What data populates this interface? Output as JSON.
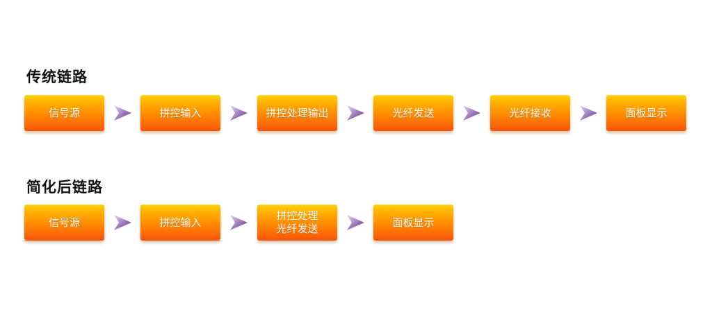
{
  "colors": {
    "box_top": "#ffd300",
    "box_bottom": "#f4520c",
    "box_text": "#ffffff",
    "arrow_light": "#e9d4f4",
    "arrow_dark": "#5a2a8a",
    "title": "#111111"
  },
  "traditional": {
    "title": "传统链路",
    "nodes": [
      {
        "lines": [
          "信号源"
        ]
      },
      {
        "lines": [
          "拼控输入"
        ]
      },
      {
        "lines": [
          "拼控处理输出"
        ]
      },
      {
        "lines": [
          "光纤发送"
        ]
      },
      {
        "lines": [
          "光纤接收"
        ]
      },
      {
        "lines": [
          "面板显示"
        ]
      }
    ],
    "arrow_icon": "purple-arrowhead-icon"
  },
  "simplified": {
    "title": "简化后链路",
    "nodes": [
      {
        "lines": [
          "信号源"
        ]
      },
      {
        "lines": [
          "拼控输入"
        ]
      },
      {
        "lines": [
          "拼控处理",
          "光纤发送"
        ]
      },
      {
        "lines": [
          "面板显示"
        ]
      }
    ],
    "arrow_icon": "purple-arrowhead-icon"
  }
}
